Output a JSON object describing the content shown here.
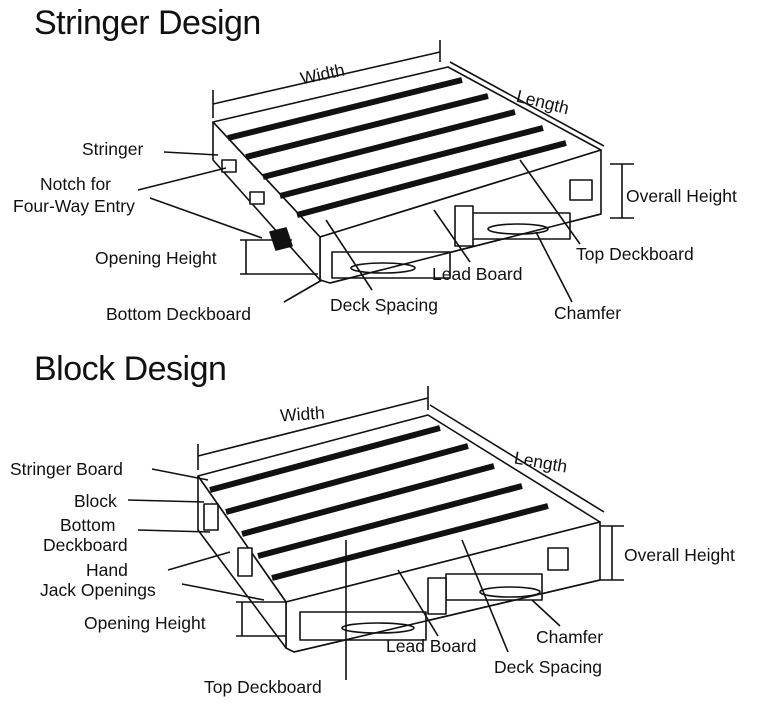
{
  "stringer": {
    "title": "Stringer Design",
    "labels": {
      "width": "Width",
      "length": "Length",
      "stringer": "Stringer",
      "notch_line1": "Notch for",
      "notch_line2": "Four-Way Entry",
      "overall_height": "Overall Height",
      "opening_height": "Opening Height",
      "top_deckboard": "Top Deckboard",
      "lead_board": "Lead Board",
      "bottom_deckboard": "Bottom Deckboard",
      "deck_spacing": "Deck Spacing",
      "chamfer": "Chamfer"
    }
  },
  "block": {
    "title": "Block Design",
    "labels": {
      "width": "Width",
      "length": "Length",
      "stringer_board": "Stringer Board",
      "block": "Block",
      "bottom_deckboard_line1": "Bottom",
      "bottom_deckboard_line2": "Deckboard",
      "hand_jack_line1": "Hand",
      "hand_jack_line2": "Jack Openings",
      "overall_height": "Overall Height",
      "opening_height": "Opening Height",
      "lead_board": "Lead Board",
      "chamfer": "Chamfer",
      "deck_spacing": "Deck Spacing",
      "top_deckboard": "Top Deckboard"
    }
  }
}
